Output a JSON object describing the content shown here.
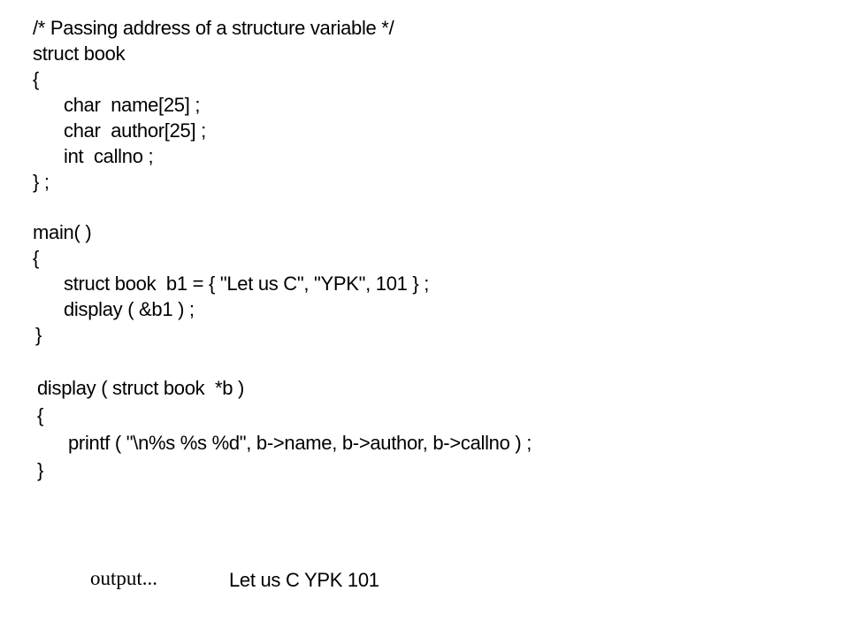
{
  "code": {
    "lines": [
      "/* Passing address of a structure variable */",
      "struct book",
      "{",
      "char  name[25] ;",
      "char  author[25] ;",
      "int  callno ;",
      "} ;",
      "main( )",
      "{",
      "struct book  b1 = { \"Let us C\", \"YPK\", 101 } ;",
      "display ( &b1 ) ;",
      "}",
      "display ( struct book  *b )",
      "{",
      "printf ( \"\\n%s %s %d\", b->name, b->author, b->callno ) ;",
      "}"
    ]
  },
  "output": {
    "label": "output...",
    "value": "Let us C YPK 101"
  }
}
